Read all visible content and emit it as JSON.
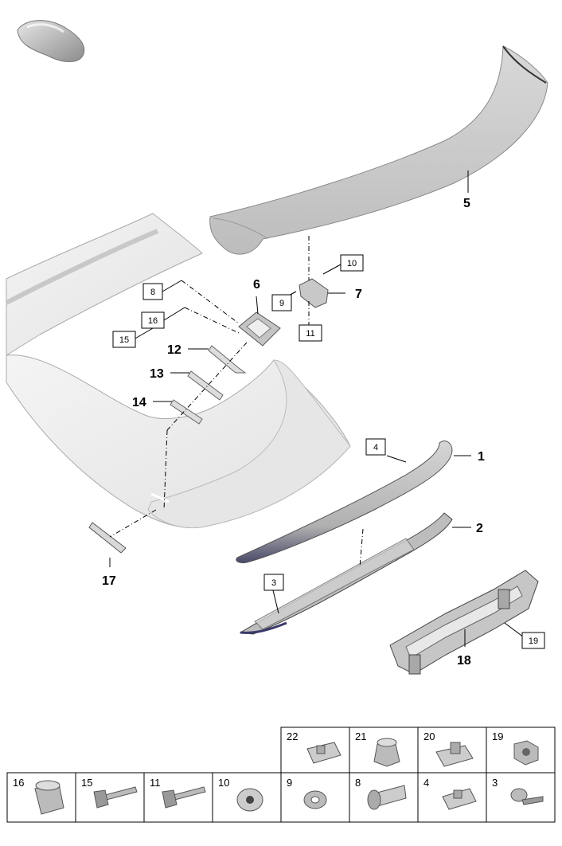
{
  "diagram": {
    "callouts": {
      "p1": "1",
      "p2": "2",
      "p3": "3",
      "p4": "4",
      "p5": "5",
      "p6": "6",
      "p7": "7",
      "p8": "8",
      "p9": "9",
      "p10": "10",
      "p11": "11",
      "p12": "12",
      "p13": "13",
      "p14": "14",
      "p15": "15",
      "p16": "16",
      "p17": "17",
      "p18": "18",
      "p19": "19"
    }
  },
  "fasteners": {
    "top_row": [
      "22",
      "21",
      "20",
      "19"
    ],
    "bottom_row": [
      "16",
      "15",
      "11",
      "10",
      "9",
      "8",
      "4",
      "3"
    ]
  }
}
